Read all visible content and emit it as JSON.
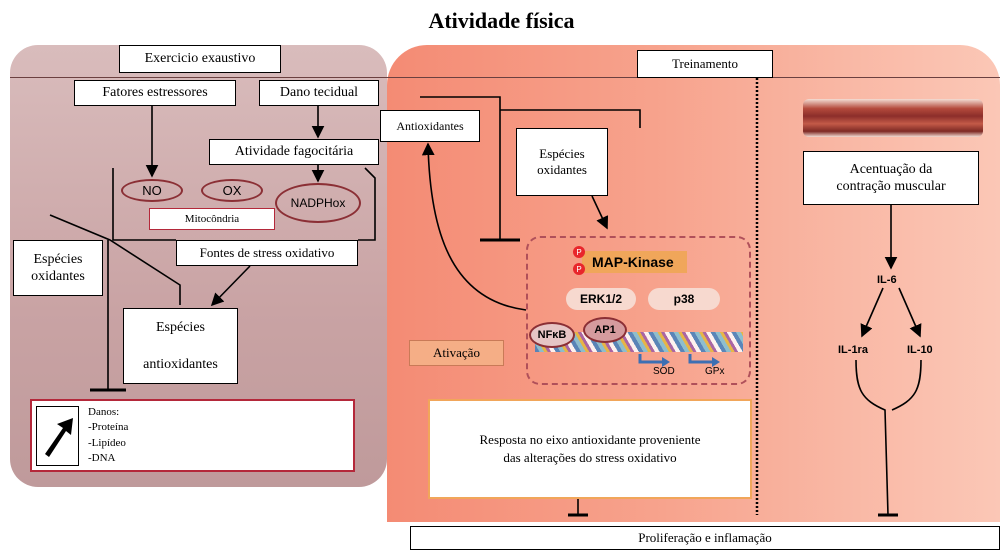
{
  "title": "Atividade física",
  "left": {
    "exercicio": "Exercicio  exaustivo",
    "fatores": "Fatores estressores",
    "dano": "Dano tecidual",
    "fagocitaria": "Atividade  fagocitária",
    "no": "NO",
    "ox": "OX",
    "nadphox": "NADPHox",
    "mitocondria": "Mitocôndria",
    "fontes": "Fontes  de stress oxidativo",
    "especies_oxidantes_l1": "Espécies",
    "especies_oxidantes_l2": "oxidantes",
    "especies_antiox_l1": "Espécies",
    "especies_antiox_l2": "antioxidantes",
    "danos_text": "Danos:\n-Proteína\n-Lipídeo\n-DNA"
  },
  "right": {
    "treinamento": "Treinamento",
    "antioxidantes": "Antioxidantes",
    "especies_oxidantes_l1": "Espécies",
    "especies_oxidantes_l2": "oxidantes",
    "mapk": "MAP-Kinase",
    "erk": "ERK1/2",
    "p38": "p38",
    "nfkb": "NFκB",
    "ap1": "AP1",
    "sod": "SOD",
    "gpx": "GPx",
    "ativacao": "Ativação",
    "resposta_l1": "Resposta no eixo antioxidante  proveniente",
    "resposta_l2": "das alterações  do stress oxidativo",
    "acentuacao_l1": "Acentuação  da",
    "acentuacao_l2": "contração muscular",
    "il6": "IL-6",
    "il1ra": "IL-1ra",
    "il10": "IL-10",
    "p_label": "P"
  },
  "bottom": {
    "proliferacao": "Proliferação  e inflamação"
  }
}
